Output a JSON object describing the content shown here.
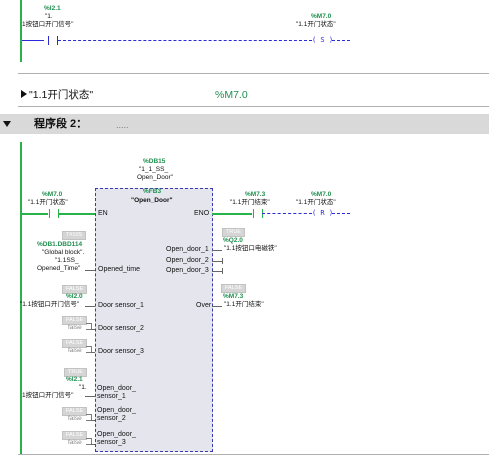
{
  "network1": {
    "contact_addr": "%I2.1",
    "contact_name_line1": "\"1.",
    "contact_name_line2": "1按钮口开门信号\"",
    "coil_addr": "%M7.0",
    "coil_name": "\"1.1开门状态\"",
    "coil_symbol": "( S )"
  },
  "watch_row": {
    "expand_icon": "triangle-right-icon",
    "name": "\"1.1开门状态\"",
    "addr": "%M7.0"
  },
  "network2_header": {
    "collapse_icon": "triangle-down-icon",
    "title": "程序段 2：",
    "comment": "....."
  },
  "instance_db": {
    "addr": "%DB15",
    "name_line1": "\"1_1_SS_",
    "name_line2": "Open_Door\""
  },
  "block": {
    "addr": "%FB3",
    "name": "\"Open_Door\"",
    "en": "EN",
    "eno": "ENO"
  },
  "en_contact": {
    "addr": "%M7.0",
    "name": "\"1.1开门状态\""
  },
  "eno_contact": {
    "addr": "%M7.3",
    "name": "\"1.1开门结束\""
  },
  "eno_coil": {
    "addr": "%M7.0",
    "name": "\"1.1开门状态\"",
    "symbol": "( R )"
  },
  "inputs": {
    "opened_time": {
      "badge": "T#10S",
      "addr": "%DB1.DBD114",
      "line1": "\"Global block\".",
      "line2": "\"1.1SS_",
      "line3": "Opened_Time\"",
      "pin": "Opened_time"
    },
    "door_sensor_1": {
      "badge": "FALSE",
      "addr": "%I2.0",
      "name": "\"1.1按钮口开门信号\"",
      "pin": "Door sensor_1"
    },
    "door_sensor_2": {
      "badge": "FALSE",
      "value": "false",
      "pin": "Door sensor_2"
    },
    "door_sensor_3": {
      "badge": "FALSE",
      "value": "false",
      "pin": "Door sensor_3"
    },
    "open_door_sensor_1": {
      "badge": "TRUE",
      "addr": "%I2.1",
      "line1": "\"1.",
      "line2": "1按钮口开门信号\"",
      "pin1": "Open_door_",
      "pin2": "sensor_1"
    },
    "open_door_sensor_2": {
      "badge": "FALSE",
      "value": "false",
      "pin1": "Open_door_",
      "pin2": "sensor_2"
    },
    "open_door_sensor_3": {
      "badge": "FALSE",
      "value": "false",
      "pin1": "Open_door_",
      "pin2": "sensor_3"
    }
  },
  "outputs": {
    "open_door_1": {
      "pin": "Open_door_1",
      "badge": "TRUE",
      "addr": "%Q2.0",
      "name": "\"1.1按钮口电磁铁\""
    },
    "open_door_2": {
      "pin": "Open_door_2"
    },
    "open_door_3": {
      "pin": "Open_door_3"
    },
    "over": {
      "pin": "Over",
      "badge": "FALSE",
      "addr": "%M7.3",
      "name": "\"1.1开门结束\""
    }
  }
}
